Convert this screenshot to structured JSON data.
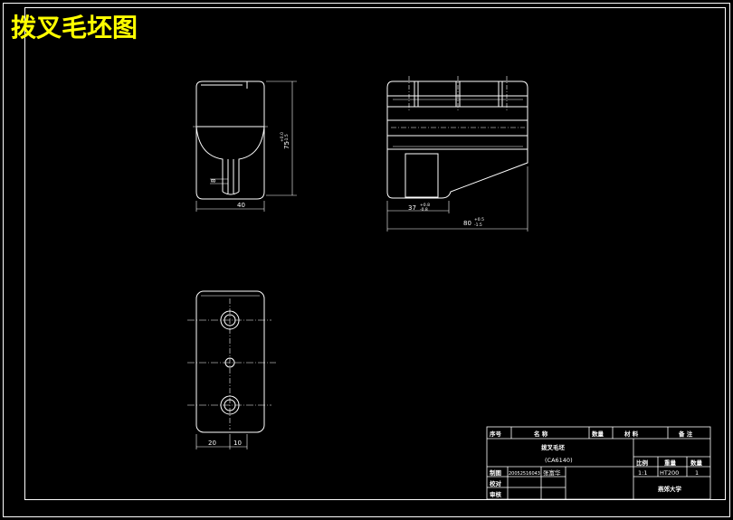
{
  "title": "拨叉毛坯图",
  "front_view": {
    "dim_width": "40",
    "dim_height": "75",
    "dim_height_tol_upper": "+0.0",
    "dim_height_tol_lower": "-1.5",
    "dim_slot": "8"
  },
  "side_view": {
    "dim_base": "37",
    "dim_base_tol_upper": "+0.8",
    "dim_base_tol_lower": "-0.8",
    "dim_total": "80",
    "dim_total_tol_upper": "+0.5",
    "dim_total_tol_lower": "-1.5"
  },
  "top_view": {
    "dim_left": "20",
    "dim_right": "10"
  },
  "title_block": {
    "headers": [
      "序号",
      "名  称",
      "数量",
      "材   料",
      "备  注"
    ],
    "part_name": "拨叉毛坯",
    "machine": "(CA6140)",
    "labels_right": [
      "比例",
      "重量",
      "数量"
    ],
    "values_right": [
      "1:1",
      "HT200",
      "1"
    ],
    "row_labels": [
      "制图",
      "校对",
      "审核"
    ],
    "drafter_id": "20052516043",
    "drafter_name": "张富华",
    "school": "燕郊大学"
  }
}
